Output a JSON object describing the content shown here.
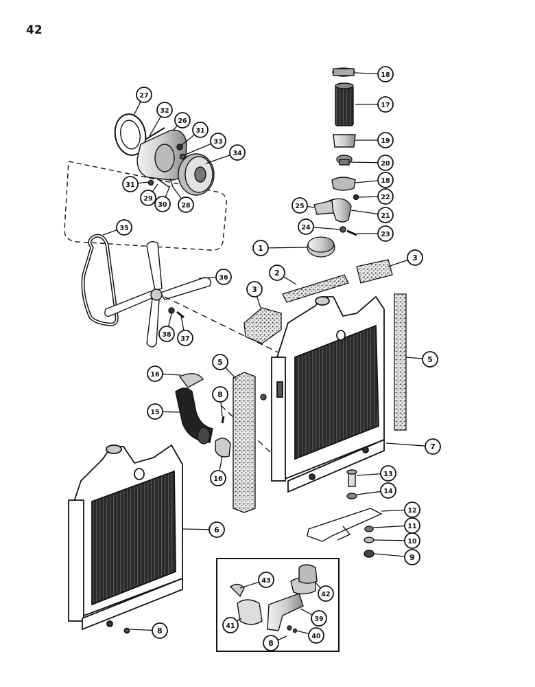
{
  "page": {
    "number": "42"
  },
  "callouts": [
    {
      "id": "c18a",
      "label": "18"
    },
    {
      "id": "c17",
      "label": "17"
    },
    {
      "id": "c19",
      "label": "19"
    },
    {
      "id": "c20",
      "label": "20"
    },
    {
      "id": "c18b",
      "label": "18"
    },
    {
      "id": "c22",
      "label": "22"
    },
    {
      "id": "c25",
      "label": "25"
    },
    {
      "id": "c21",
      "label": "21"
    },
    {
      "id": "c24",
      "label": "24"
    },
    {
      "id": "c23",
      "label": "23"
    },
    {
      "id": "c27",
      "label": "27"
    },
    {
      "id": "c32",
      "label": "32"
    },
    {
      "id": "c26",
      "label": "26"
    },
    {
      "id": "c31a",
      "label": "31"
    },
    {
      "id": "c33",
      "label": "33"
    },
    {
      "id": "c34",
      "label": "34"
    },
    {
      "id": "c31b",
      "label": "31"
    },
    {
      "id": "c29",
      "label": "29"
    },
    {
      "id": "c30",
      "label": "30"
    },
    {
      "id": "c28",
      "label": "28"
    },
    {
      "id": "c35",
      "label": "35"
    },
    {
      "id": "c36",
      "label": "36"
    },
    {
      "id": "c38",
      "label": "38"
    },
    {
      "id": "c37",
      "label": "37"
    },
    {
      "id": "c1",
      "label": "1"
    },
    {
      "id": "c2",
      "label": "2"
    },
    {
      "id": "c3a",
      "label": "3"
    },
    {
      "id": "c3b",
      "label": "3"
    },
    {
      "id": "c5a",
      "label": "5"
    },
    {
      "id": "c5b",
      "label": "5"
    },
    {
      "id": "c16a",
      "label": "16"
    },
    {
      "id": "c8a",
      "label": "8"
    },
    {
      "id": "c15",
      "label": "15"
    },
    {
      "id": "c16b",
      "label": "16"
    },
    {
      "id": "c7",
      "label": "7"
    },
    {
      "id": "c13",
      "label": "13"
    },
    {
      "id": "c14",
      "label": "14"
    },
    {
      "id": "c12",
      "label": "12"
    },
    {
      "id": "c11",
      "label": "11"
    },
    {
      "id": "c10",
      "label": "10"
    },
    {
      "id": "c9",
      "label": "9"
    },
    {
      "id": "c6",
      "label": "6"
    },
    {
      "id": "c8b",
      "label": "8"
    },
    {
      "id": "c43",
      "label": "43"
    },
    {
      "id": "c42",
      "label": "42"
    },
    {
      "id": "c39",
      "label": "39"
    },
    {
      "id": "c41",
      "label": "41"
    },
    {
      "id": "c40",
      "label": "40"
    },
    {
      "id": "c8c",
      "label": "8"
    }
  ]
}
